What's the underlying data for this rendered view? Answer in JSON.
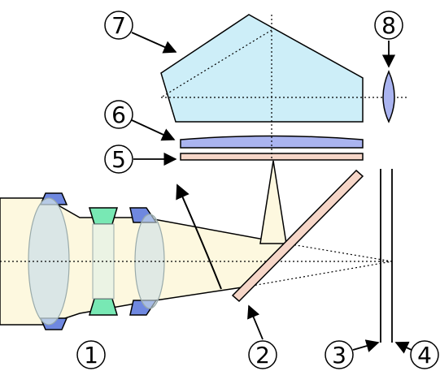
{
  "diagram": {
    "labels": [
      {
        "id": "1",
        "text": "1"
      },
      {
        "id": "2",
        "text": "2"
      },
      {
        "id": "3",
        "text": "3"
      },
      {
        "id": "4",
        "text": "4"
      },
      {
        "id": "5",
        "text": "5"
      },
      {
        "id": "6",
        "text": "6"
      },
      {
        "id": "7",
        "text": "7"
      },
      {
        "id": "8",
        "text": "8"
      }
    ],
    "colors": {
      "light_beam": "#fdf8df",
      "lens_body": "#cde0e8",
      "lens_blue": "#6f88e0",
      "lens_green": "#78e8b4",
      "prism": "#cdeef8",
      "focusing_screen": "#aab4f0",
      "condenser": "#f6d6c8",
      "eyepiece": "#aab4f0",
      "mirror": "#f6d6c8",
      "stroke": "#000000"
    }
  }
}
